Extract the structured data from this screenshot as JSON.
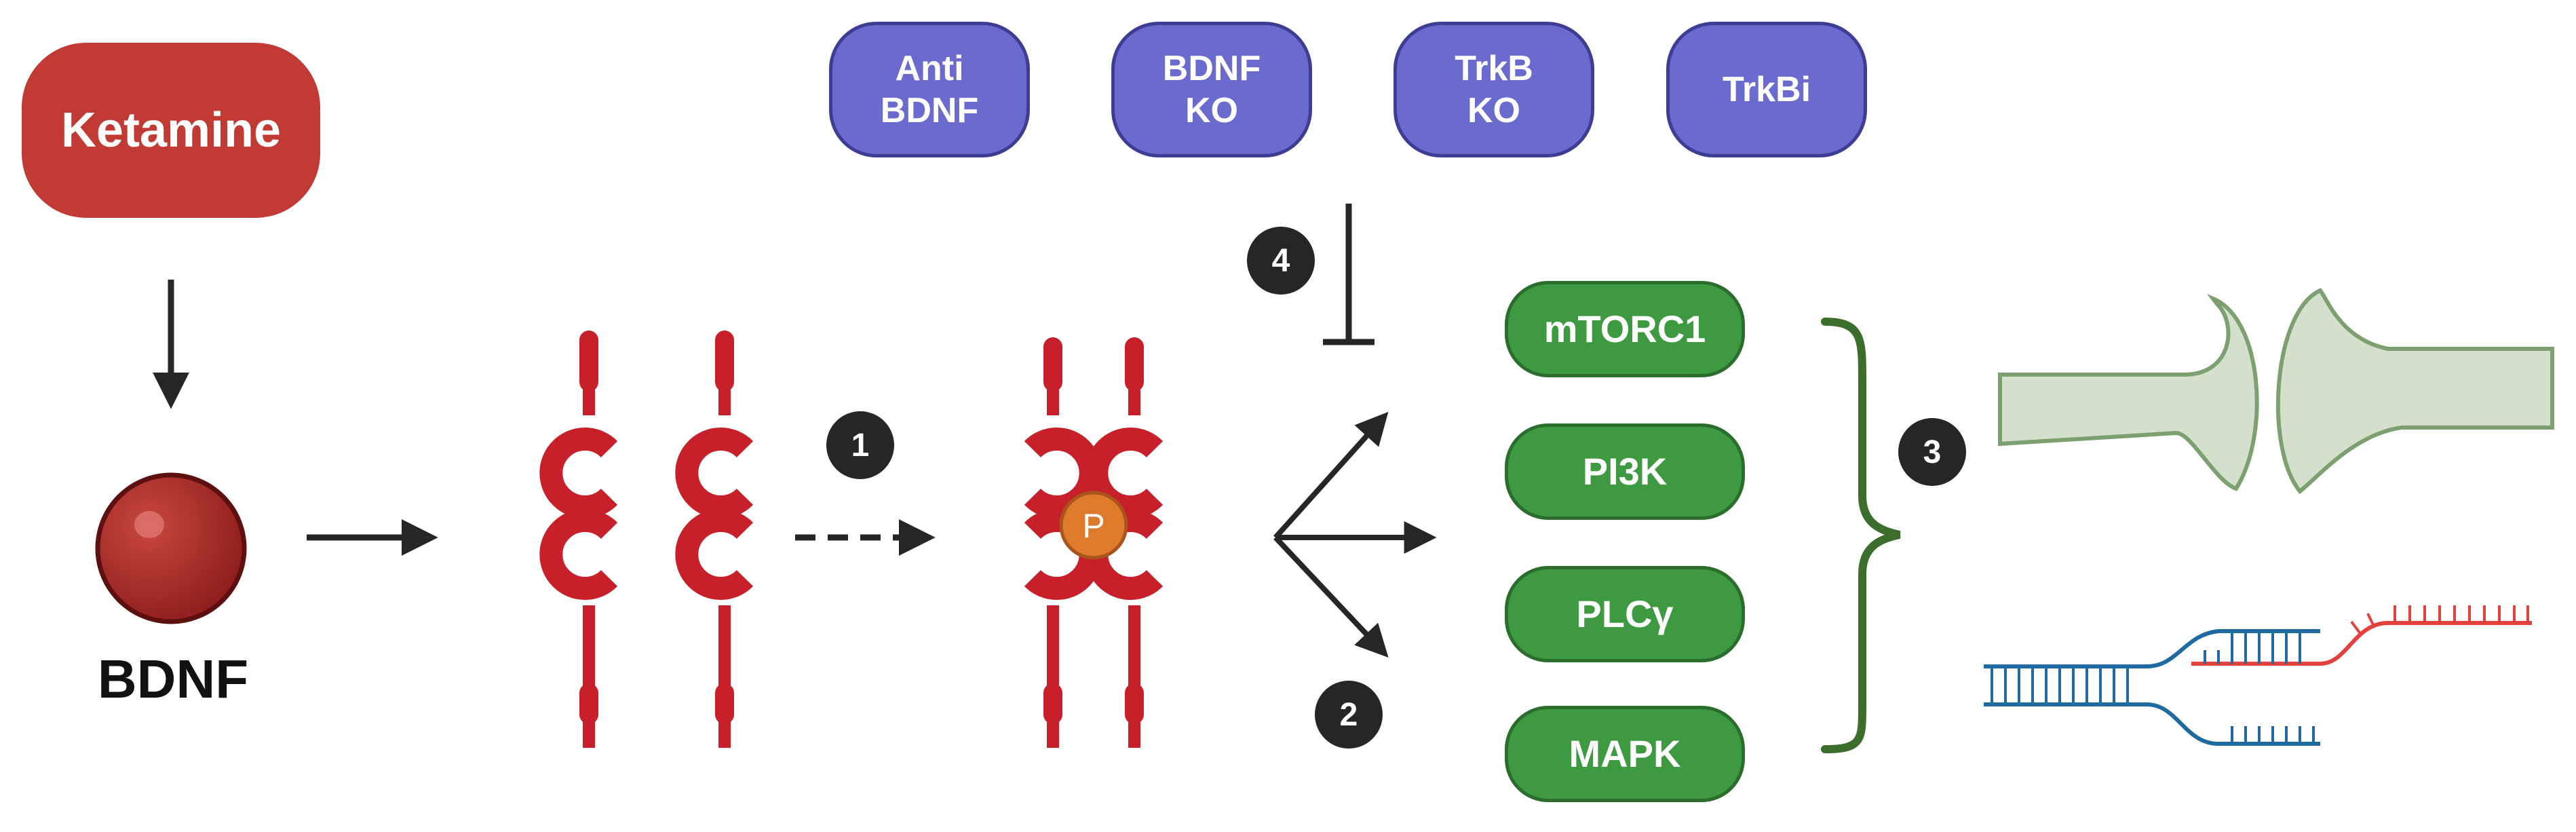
{
  "ketamine": "Ketamine",
  "bdnf": "BDNF",
  "inhibitors": [
    "Anti\nBDNF",
    "BDNF\nKO",
    "TrkB\nKO",
    "TrkBi"
  ],
  "pathways": [
    "mTORC1",
    "PI3K",
    "PLCγ",
    "MAPK"
  ],
  "phospho": "P",
  "steps": [
    "1",
    "2",
    "3",
    "4"
  ],
  "colors": {
    "ketamine": "#c23a34",
    "receptor": "#c8202a",
    "inhibitor": "#6b6acf",
    "pathway": "#3e9a41",
    "synapse": "#d4e0cc",
    "dna_blue": "#1f6aa0",
    "dna_red": "#e2413c"
  }
}
